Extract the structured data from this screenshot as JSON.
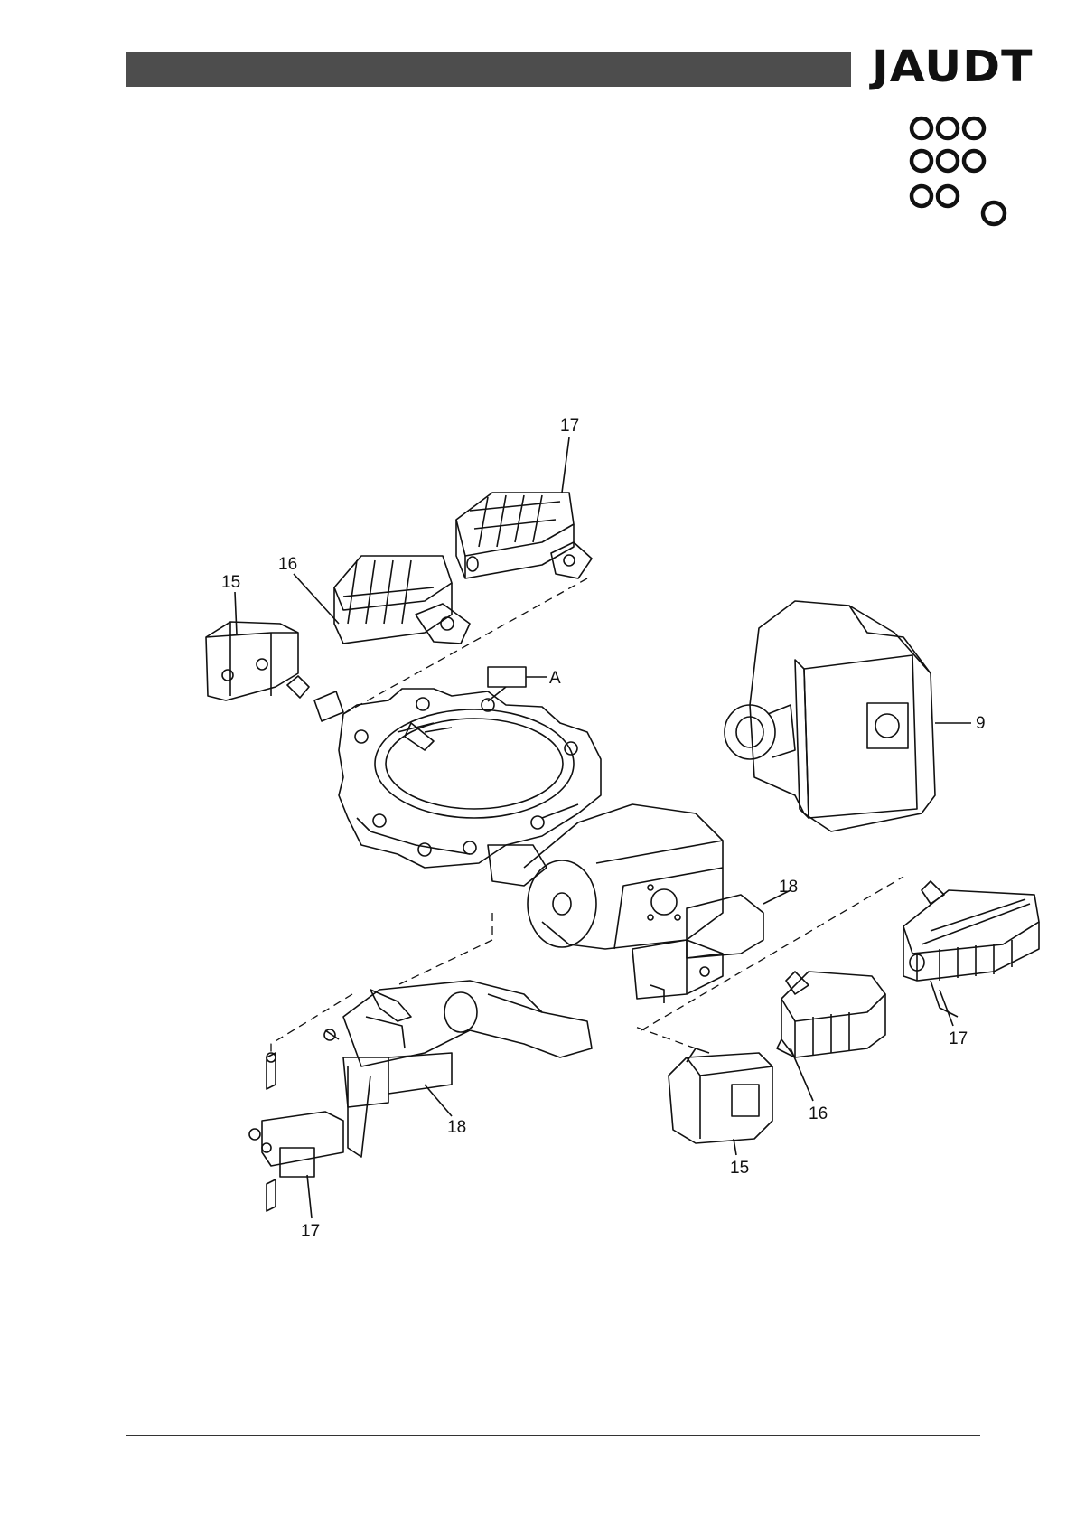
{
  "header": {
    "logo_text": "JAUDT"
  },
  "diagram": {
    "callouts": {
      "c17_top": "17",
      "c16_top": "16",
      "c15_top": "15",
      "cA": "A",
      "c9": "9",
      "c18_right": "18",
      "c17_right": "17",
      "c16_bottom": "16",
      "c15_bottom": "15",
      "c18_left": "18",
      "c17_left": "17"
    }
  },
  "colors": {
    "header_bar": "#4d4d4d",
    "line": "#111111"
  }
}
